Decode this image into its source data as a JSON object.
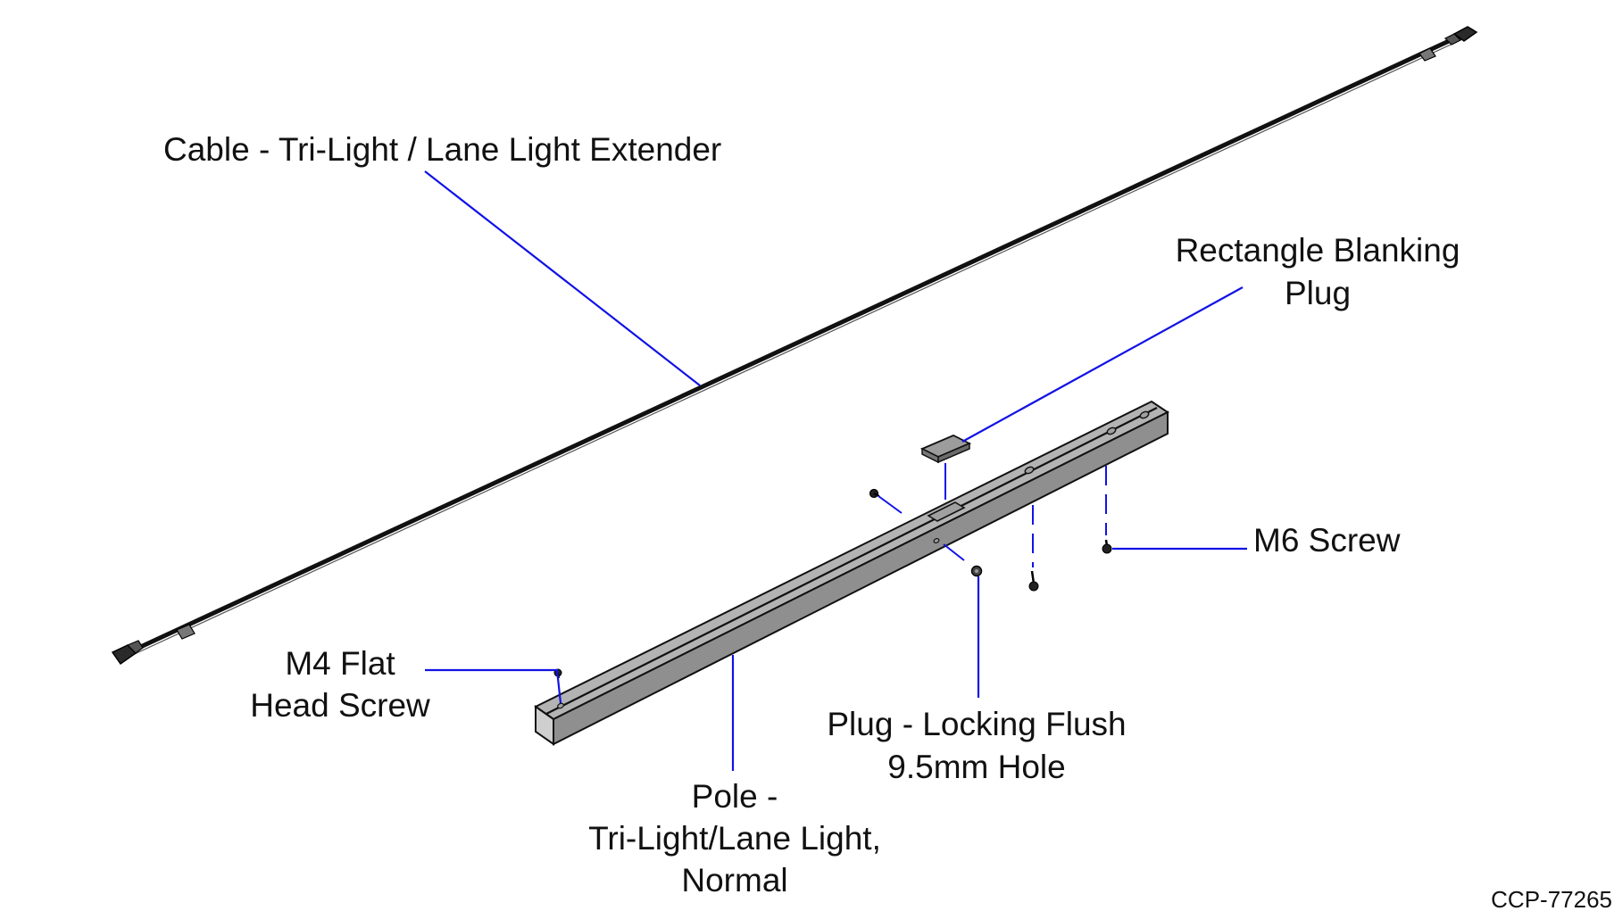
{
  "figure_id": "CCP-77265",
  "colors": {
    "leader_line": "#1212e6",
    "part_fill": "#a9a9a9",
    "part_outline": "#111111",
    "label_text": "#111111"
  },
  "callouts": {
    "cable": {
      "line1": "Cable - Tri-Light / Lane Light Extender"
    },
    "blanking_plug": {
      "line1": "Rectangle Blanking",
      "line2": "Plug"
    },
    "m6_screw": {
      "line1": "M6 Screw"
    },
    "m4_screw": {
      "line1": "M4 Flat",
      "line2": "Head Screw"
    },
    "locking_plug": {
      "line1": "Plug - Locking Flush",
      "line2": "9.5mm Hole"
    },
    "pole": {
      "line1": "Pole -",
      "line2": "Tri-Light/Lane Light,",
      "line3": "Normal"
    }
  }
}
